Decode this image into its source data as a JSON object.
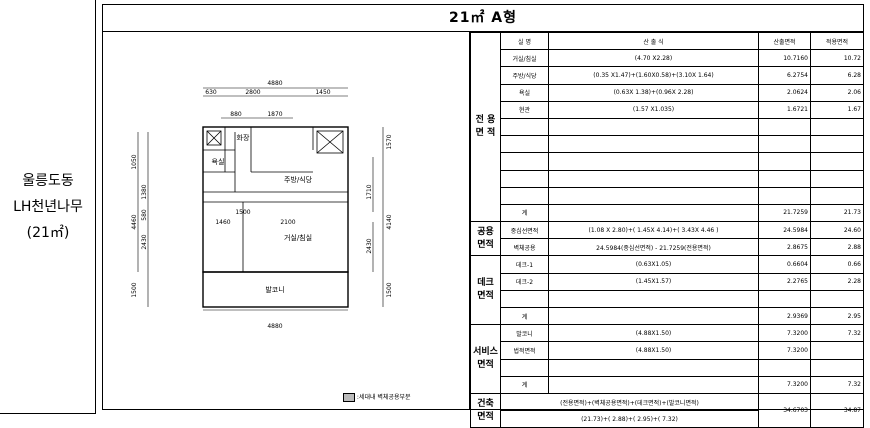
{
  "left_label": {
    "line1": "울릉도동",
    "line2": "LH천년나무",
    "line3": "(21㎡)"
  },
  "title": "21㎡ A형",
  "legend": ":세대내 벽체공용부분",
  "plan": {
    "dims": {
      "top_total": "4880",
      "top_a": "630",
      "top_b": "2800",
      "top_c": "1450",
      "inner_a": "880",
      "inner_b": "1870",
      "left_a": "1050",
      "left_b": "1380",
      "left_c": "580",
      "left_d": "2430",
      "left_total": "4460",
      "left_e": "1500",
      "right_a": "1570",
      "right_b": "1710",
      "right_c": "4140",
      "right_d": "2430",
      "right_e": "1500",
      "mid_a": "1500",
      "mid_b": "1460",
      "mid_c": "2100",
      "bottom_total": "4880"
    },
    "rooms": {
      "bath": "욕실",
      "wc": "화장",
      "kitchen": "주방/식당",
      "living": "거실/침실",
      "balcony": "발코니"
    }
  },
  "table": {
    "headers": {
      "name": "실 명",
      "formula": "산 출 식",
      "area1": "산출면적",
      "area2": "적용면적"
    },
    "groups": {
      "private": "전 용 면 적",
      "common": "공용 면적",
      "deck": "데크 면적",
      "service": "서비스 면적",
      "building": "건축 면적"
    },
    "private_rows": [
      {
        "name": "거실/침실",
        "formula": "(4.70 X2.28)",
        "a1": "10.7160",
        "a2": "10.72"
      },
      {
        "name": "주방/식당",
        "formula": "(0.35 X1.47)+(1.60X0.58)+(3.10X 1.64)",
        "a1": "6.2754",
        "a2": "6.28"
      },
      {
        "name": "욕실",
        "formula": "(0.63X 1.38)+(0.96X 2.28)",
        "a1": "2.0624",
        "a2": "2.06"
      },
      {
        "name": "현관",
        "formula": "(1.57 X1.035)",
        "a1": "1.6721",
        "a2": "1.67"
      }
    ],
    "private_total": {
      "name": "계",
      "a1": "21.7259",
      "a2": "21.73"
    },
    "common_rows": [
      {
        "name": "중심선면적",
        "formula": "(1.08 X 2.80)+( 1.45X 4.14)+( 3.43X 4.46 )",
        "a1": "24.5984",
        "a2": "24.60"
      },
      {
        "name": "벽체공용",
        "formula": "24.5984(중심선면적) - 21.7259(전용면적)",
        "a1": "2.8675",
        "a2": "2.88"
      }
    ],
    "deck_rows": [
      {
        "name": "데크-1",
        "formula": "(0.63X1.05)",
        "a1": "0.6604",
        "a2": "0.66"
      },
      {
        "name": "데크-2",
        "formula": "(1.45X1.57)",
        "a1": "2.2765",
        "a2": "2.28"
      }
    ],
    "deck_total": {
      "name": "계",
      "a1": "2.9369",
      "a2": "2.95"
    },
    "service_rows": [
      {
        "name": "발코니",
        "formula": "(4.88X1.50)",
        "a1": "7.3200",
        "a2": "7.32"
      },
      {
        "name": "법적면적",
        "formula": "(4.88X1.50)",
        "a1": "7.3200",
        "a2": ""
      }
    ],
    "service_total": {
      "name": "계",
      "a1": "7.3200",
      "a2": "7.32"
    },
    "building_rows": [
      {
        "formula": "(전용면적)+(벽체공용면적)+(데크면적)+(발코니면적)",
        "a1": "",
        "a2": ""
      },
      {
        "formula": "(21.73)+( 2.88)+( 2.95)+( 7.32)",
        "a1": "34.6703",
        "a2": "34.87"
      }
    ]
  }
}
